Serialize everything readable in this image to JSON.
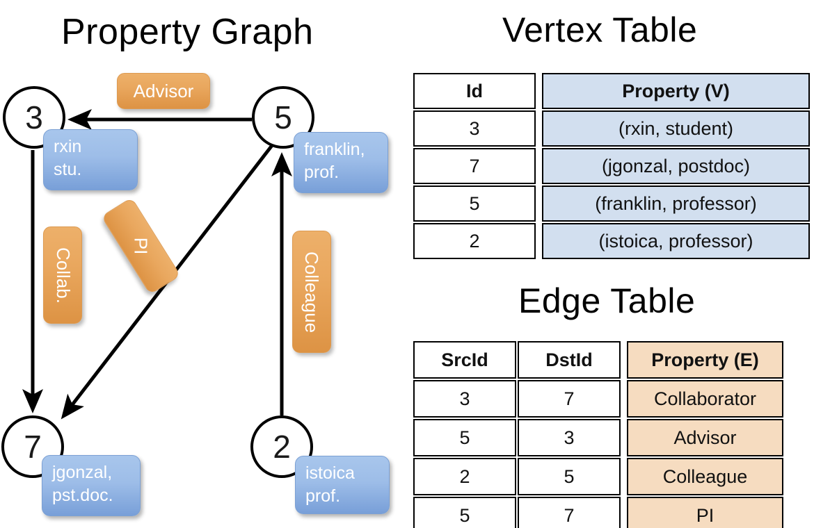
{
  "titles": {
    "property_graph": "Property Graph",
    "vertex_table": "Vertex Table",
    "edge_table": "Edge Table"
  },
  "colors": {
    "vertex_property_fill": "#d2dfef",
    "edge_property_fill": "#f6dcc0",
    "vertex_box_fill": "#9dbde8",
    "edge_label_fill": "#e9a75e",
    "stroke": "#000000",
    "label_text": "#ffffff"
  },
  "graph": {
    "nodes": [
      {
        "id": "3",
        "property_line1": "rxin",
        "property_line2": "stu."
      },
      {
        "id": "5",
        "property_line1": "franklin,",
        "property_line2": "prof."
      },
      {
        "id": "7",
        "property_line1": "jgonzal,",
        "property_line2": "pst.doc."
      },
      {
        "id": "2",
        "property_line1": "istoica",
        "property_line2": "prof."
      }
    ],
    "edge_labels": [
      {
        "key": "advisor",
        "text": "Advisor",
        "orientation": "horizontal"
      },
      {
        "key": "collab",
        "text": "Collab.",
        "orientation": "vertical"
      },
      {
        "key": "pi",
        "text": "PI",
        "orientation": "diagonal"
      },
      {
        "key": "colleague",
        "text": "Colleague",
        "orientation": "vertical"
      }
    ],
    "edges": [
      {
        "src": "5",
        "dst": "3",
        "label": "Advisor"
      },
      {
        "src": "3",
        "dst": "7",
        "label": "Collab."
      },
      {
        "src": "5",
        "dst": "7",
        "label": "PI"
      },
      {
        "src": "2",
        "dst": "5",
        "label": "Colleague"
      }
    ]
  },
  "vertex_table": {
    "headers": [
      "Id",
      "Property (V)"
    ],
    "rows": [
      {
        "id": "3",
        "property": "(rxin, student)"
      },
      {
        "id": "7",
        "property": "(jgonzal, postdoc)"
      },
      {
        "id": "5",
        "property": "(franklin, professor)"
      },
      {
        "id": "2",
        "property": "(istoica, professor)"
      }
    ]
  },
  "edge_table": {
    "headers": [
      "SrcId",
      "DstId",
      "Property (E)"
    ],
    "rows": [
      {
        "src": "3",
        "dst": "7",
        "property": "Collaborator"
      },
      {
        "src": "5",
        "dst": "3",
        "property": "Advisor"
      },
      {
        "src": "2",
        "dst": "5",
        "property": "Colleague"
      },
      {
        "src": "5",
        "dst": "7",
        "property": "PI"
      }
    ]
  }
}
